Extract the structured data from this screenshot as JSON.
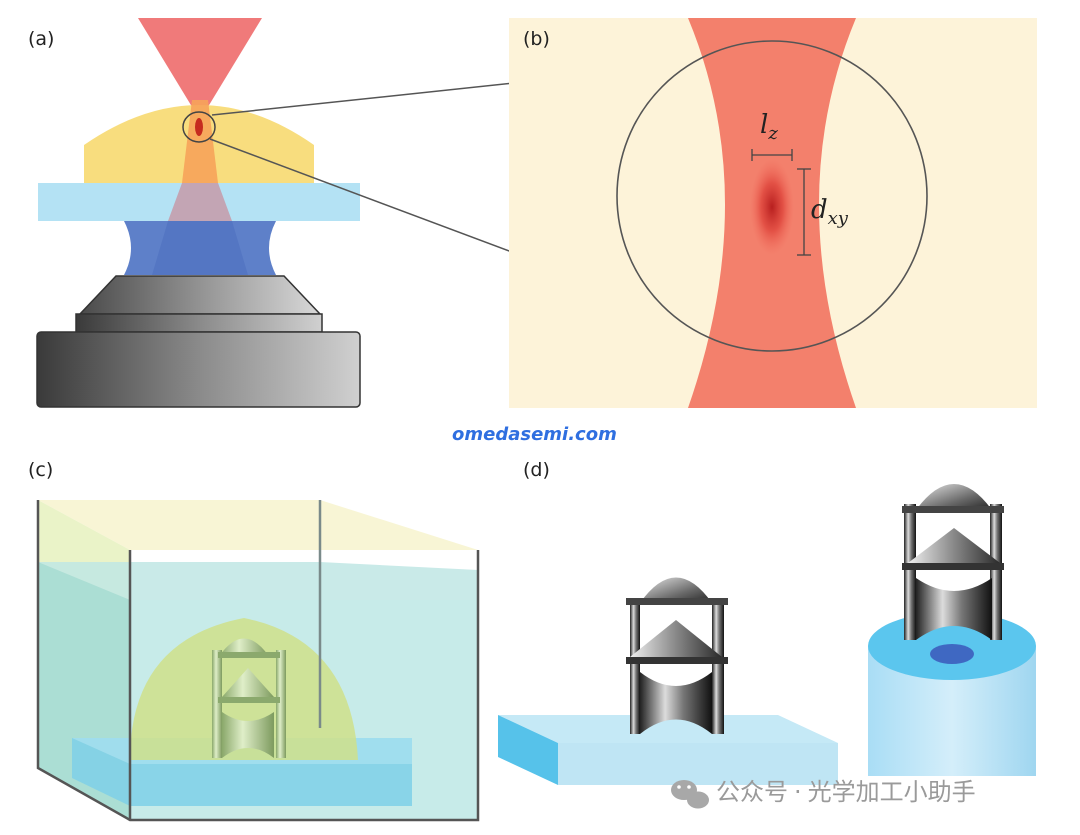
{
  "panels": {
    "a": {
      "label": "(a)"
    },
    "b": {
      "label": "(b)",
      "lz_main": "l",
      "lz_sub": "z",
      "dxy_main": "d",
      "dxy_sub": "xy"
    },
    "c": {
      "label": "(c)"
    },
    "d": {
      "label": "(d)"
    }
  },
  "watermarks": {
    "site": "omedasemi.com",
    "account_prefix": "公众号",
    "separator": "·",
    "account_name": "光学加工小助手"
  },
  "colors": {
    "laser": "#f26b5b",
    "resin": "#f7dc7a",
    "glass": "#b3e3f4",
    "oil": "#5c7fc8",
    "objective": "#7a7a7a",
    "bath": "#bfe6e6"
  }
}
